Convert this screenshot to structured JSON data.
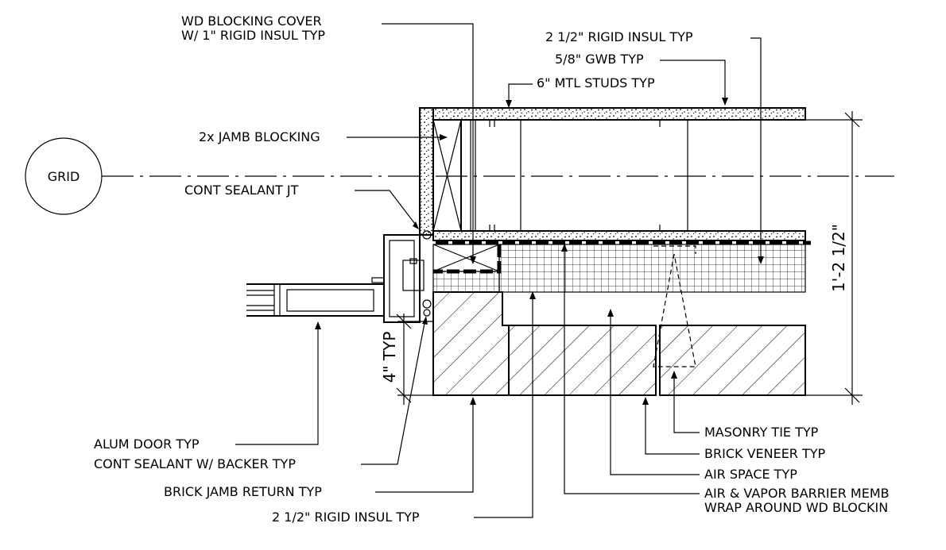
{
  "grid_label": "GRID",
  "labels": {
    "wd_blocking_1": "WD BLOCKING COVER",
    "wd_blocking_2": "W/ 1\" RIGID INSUL TYP",
    "rigid_insul_top": "2 1/2\" RIGID INSUL TYP",
    "gwb": "5/8\" GWB TYP",
    "mtl_studs": "6\" MTL STUDS TYP",
    "jamb_blocking": "2x JAMB BLOCKING",
    "cont_sealant_jt": "CONT SEALANT JT",
    "alum_door": "ALUM DOOR TYP",
    "cont_sealant_backer": "CONT SEALANT W/ BACKER TYP",
    "brick_jamb_return": "BRICK JAMB RETURN TYP",
    "rigid_insul_bottom": "2 1/2\" RIGID INSUL TYP",
    "masonry_tie": "MASONRY TIE TYP",
    "brick_veneer": "BRICK VENEER TYP",
    "air_space": "AIR SPACE TYP",
    "barrier_1": "AIR & VAPOR BARRIER MEMB",
    "barrier_2": "WRAP AROUND WD BLOCKIN",
    "dim_overall": "1'-2 1/2\"",
    "dim_4typ": "4\" TYP"
  }
}
